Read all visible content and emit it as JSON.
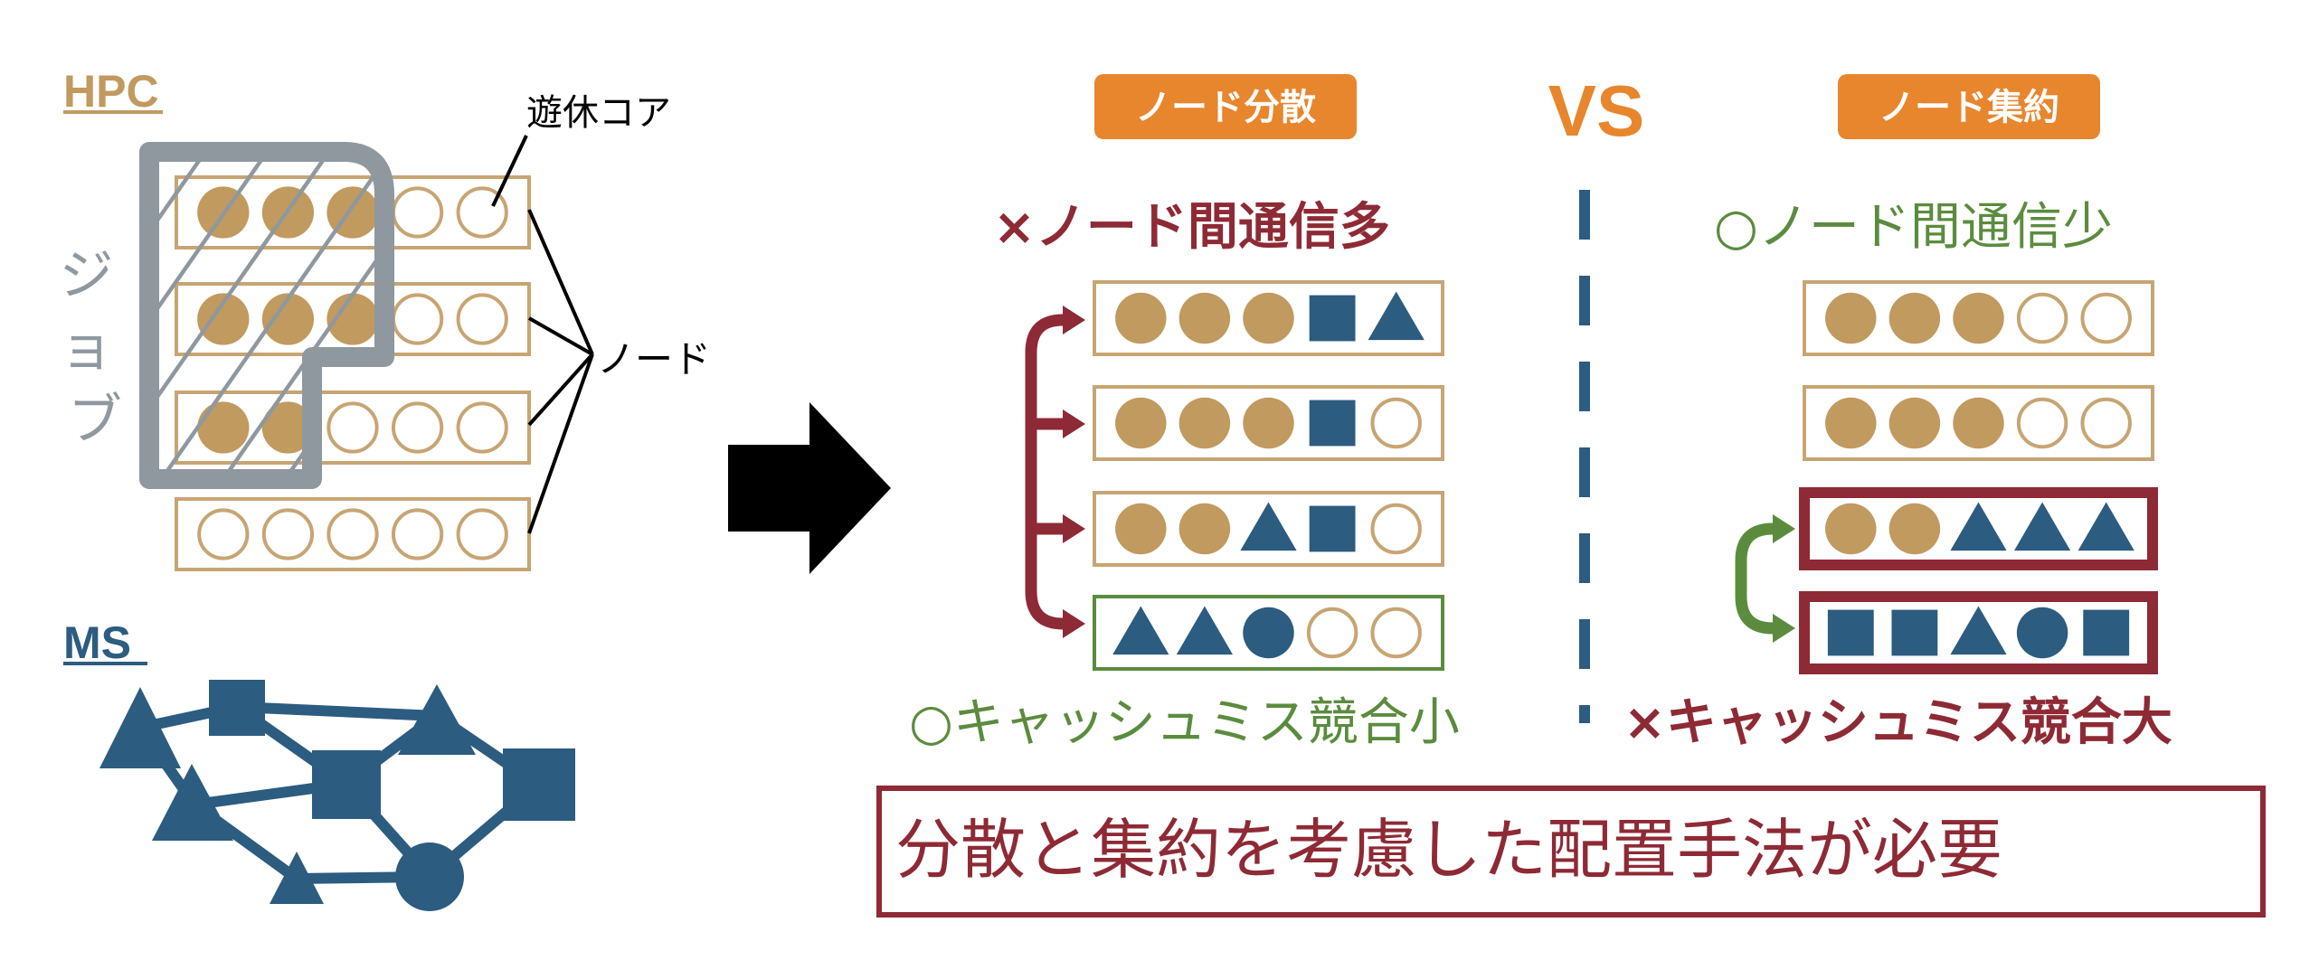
{
  "left": {
    "hpc_label": "HPC",
    "idle_core_label": "遊休コア",
    "job_label": "ジョブ",
    "node_label": "ノード",
    "ms_label": "MS",
    "hpc_nodes": [
      [
        "full",
        "full",
        "full",
        "empty",
        "empty"
      ],
      [
        "full",
        "full",
        "full",
        "empty",
        "empty"
      ],
      [
        "full",
        "full",
        "empty",
        "empty",
        "empty"
      ],
      [
        "empty",
        "empty",
        "empty",
        "empty",
        "empty"
      ]
    ]
  },
  "spread": {
    "badge": "ノード分散",
    "comm": "×ノード間通信多",
    "cache": "○キャッシュミス競合小",
    "nodes": [
      [
        "full",
        "full",
        "full",
        "square",
        "triangle"
      ],
      [
        "full",
        "full",
        "full",
        "square",
        "empty"
      ],
      [
        "full",
        "full",
        "triangle",
        "square",
        "empty"
      ],
      [
        "triangle",
        "triangle",
        "dot",
        "empty",
        "empty"
      ]
    ]
  },
  "vs_label": "VS",
  "pack": {
    "badge": "ノード集約",
    "comm": "○ノード間通信少",
    "cache": "×キャッシュミス競合大",
    "nodes": [
      [
        "full",
        "full",
        "full",
        "empty",
        "empty"
      ],
      [
        "full",
        "full",
        "full",
        "empty",
        "empty"
      ],
      [
        "full",
        "full",
        "triangle",
        "triangle",
        "triangle"
      ],
      [
        "square",
        "square",
        "triangle",
        "dot",
        "square"
      ]
    ]
  },
  "conclusion": "分散と集約を考慮した配置手法が必要",
  "colors": {
    "tan": "#C19A5F",
    "tan_border": "#C7A573",
    "blue": "#2C5C80",
    "dark_red": "#8E2A35",
    "green": "#5B8C3E",
    "orange": "#E8862E",
    "gray": "#8F989E",
    "black": "#000000"
  }
}
